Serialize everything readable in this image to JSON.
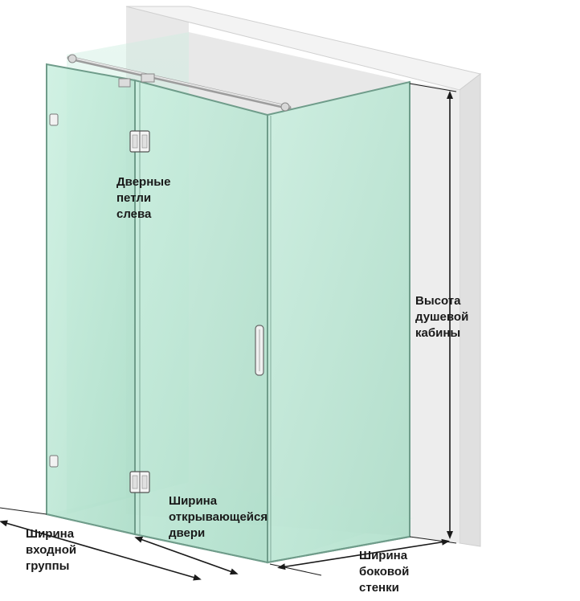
{
  "labels": {
    "hinges": [
      "Дверные",
      "петли",
      "слева"
    ],
    "height": [
      "Высота",
      "душевой",
      "кабины"
    ],
    "door_width": [
      "Ширина",
      "открывающейся",
      "двери"
    ],
    "entry_width": [
      "Ширина",
      "входной",
      "группы"
    ],
    "side_width": [
      "Ширина",
      "боковой",
      "стенки"
    ]
  },
  "colors": {
    "glass": "#bfe8d6",
    "glass_edge": "#6f9c8a",
    "wall": "#e6e6e6",
    "wall_top": "#f4f4f4",
    "arrow": "#1a1a1a",
    "metal": "#c9c9c9"
  }
}
